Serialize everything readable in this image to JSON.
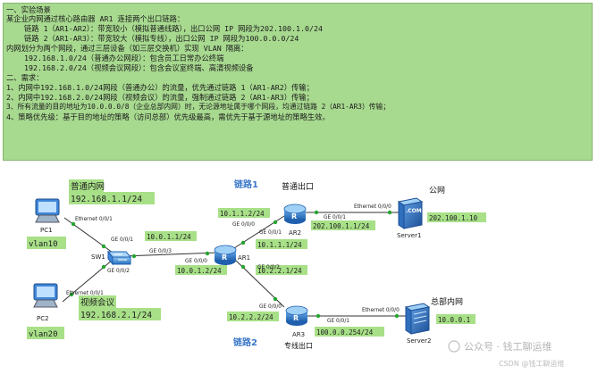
{
  "text_block": {
    "lines": [
      "一、实验场景",
      "某企业内网通过核心路由器 AR1 连接两个出口链路：",
      "    链路 1（AR1-AR2）：带宽较小（模拟普通线路），出口公网 IP 网段为202.100.1.0/24",
      "    链路 2（AR1-AR3）：带宽较大（模拟专线），出口公网 IP 网段为100.0.0.0/24",
      "内网划分为两个网段，通过三层设备（如三层交换机）实现 VLAN 隔离：",
      "    192.168.1.0/24（普通办公网段）：包含员工日常办公终端",
      "    192.168.2.0/24（视频会议网段）：包含会议室终端、高清视频设备",
      "二、需求：",
      "1、内网中192.168.1.0/24网段（普通办公）的流量，优先通过链路 1（AR1-AR2）传输；",
      "2、内网中192.168.2.0/24网段（视频会议）的流量，强制通过链路 2（AR1-AR3）传输；",
      "3、所有流量的目的地址为10.0.0.0/8（企业总部内网）时，无论源地址属于哪个网段，均通过链路 2（AR1-AR3）传输；",
      "4、策略优先级：基于目的地址的策略（访问总部）优先级最高，需优先于基于源地址的策略生效。"
    ]
  },
  "diagram": {
    "devices": {
      "pc1": "PC1",
      "pc2": "PC2",
      "sw1": "SW1",
      "ar1": "AR1",
      "ar2": "AR2",
      "ar3": "AR3",
      "server1": "Server1",
      "server2": "Server2",
      "com_badge": ".COM"
    },
    "annotations": {
      "office_title": "普通内网",
      "office_subnet": "192.168.1.1/24",
      "video_title": "视频会议",
      "video_subnet": "192.168.2.1/24",
      "vlan10": "vlan10",
      "vlan20": "vlan20",
      "link1": "链路1",
      "link2": "链路2",
      "normal_exit": "普通出口",
      "public_net": "公网",
      "dedicated_exit": "专线出口",
      "hq_net": "总部内网"
    },
    "ip_labels": {
      "sw1_g001": "10.0.1.1/24",
      "ar1_g000": "10.0.1.2/24",
      "ar2_g000": "10.1.1.2/24",
      "ar1_g001": "10.1.1.1/24",
      "ar2_g001": "202.100.1.1/24",
      "server1": "202.100.1.10",
      "ar1_g002": "10.2.2.1/24",
      "ar3_g000": "10.2.2.2/24",
      "ar3_g001": "100.0.0.254/24",
      "server2": "10.0.0.1"
    },
    "interfaces": {
      "pc1_eth": "Ethernet 0/0/1",
      "pc2_eth": "Ethernet 0/0/1",
      "sw1_to_pc1": "GE 0/0/1",
      "sw1_to_pc2": "GE 0/0/2",
      "sw1_to_ar1": "GE 0/0/3",
      "ar1_to_sw1": "GE 0/0/0",
      "ar1_to_ar2": "GE 0/0/1",
      "ar1_to_ar3": "GE 0/0/2",
      "ar2_to_ar1": "GE 0/0/0",
      "ar2_to_server1": "GE 0/0/1",
      "server1_eth": "Ethernet 0/0/0",
      "ar3_to_ar1": "GE 0/0/0",
      "ar3_to_server2": "GE 0/0/1",
      "server2_eth": "Ethernet 0/0/0"
    },
    "colors": {
      "label_green": "#a8e088",
      "link_blue": "#3a78c8",
      "router_blue": "#2f7fd0"
    }
  },
  "watermark": {
    "brand": "公众号 · 钱工聊运维",
    "csdn": "CSDN @钱工聊运维"
  }
}
